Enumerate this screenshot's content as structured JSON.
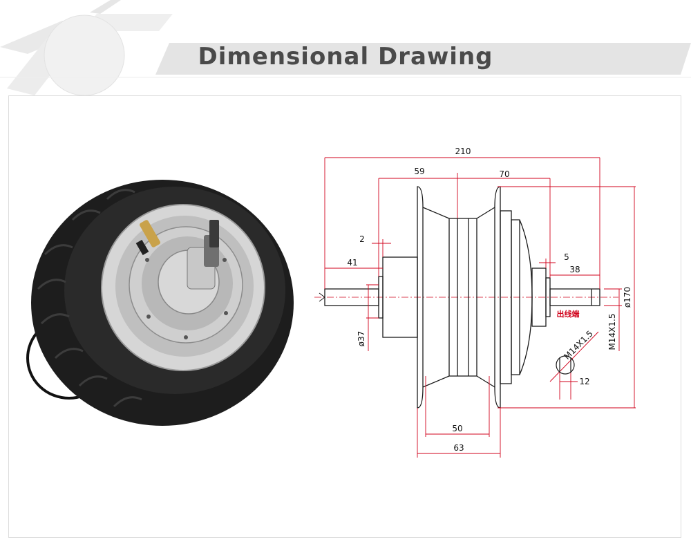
{
  "header": {
    "title": "Dimensional Drawing"
  },
  "photo": {
    "subject": "hub-motor-wheel"
  },
  "drawing": {
    "dims": {
      "overall_length": "210",
      "offset_59": "59",
      "width_70": "70",
      "gap_2": "2",
      "shaft_41": "41",
      "gap_5": "5",
      "shaft_38": "38",
      "dia_170": "ø170",
      "dia_37": "ø37",
      "thread_vertical": "M14X1.5",
      "thread_diagonal": "M14X1.5",
      "flat_12": "12",
      "rim_50": "50",
      "rim_63": "63"
    },
    "cable_label": "出线端",
    "colors": {
      "dimension_line": "#d0021b",
      "outline": "#1a1a1a"
    }
  }
}
